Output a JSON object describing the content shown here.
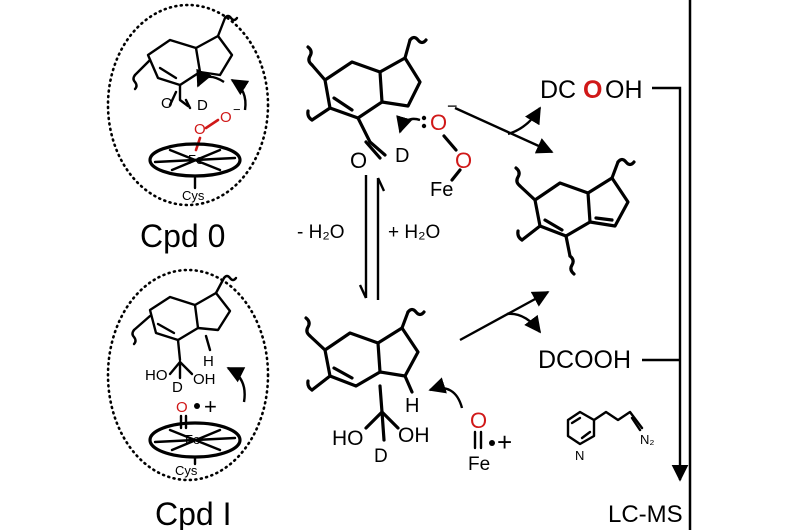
{
  "labels": {
    "cpd0": "Cpd 0",
    "cpdI": "Cpd I",
    "minus_h2o": "- H₂O",
    "plus_h2o": "+ H₂O",
    "lcms": "LC-MS",
    "product_top_dc": "DC",
    "product_top_o": "O",
    "product_top_oh": "OH",
    "product_bottom": "DCOOH",
    "fe": "Fe",
    "cys": "Cys",
    "o": "O",
    "d": "D",
    "h": "H",
    "oh": "OH",
    "ho": "HO",
    "n": "N",
    "n2": "N₂",
    "plus": "+"
  }
}
